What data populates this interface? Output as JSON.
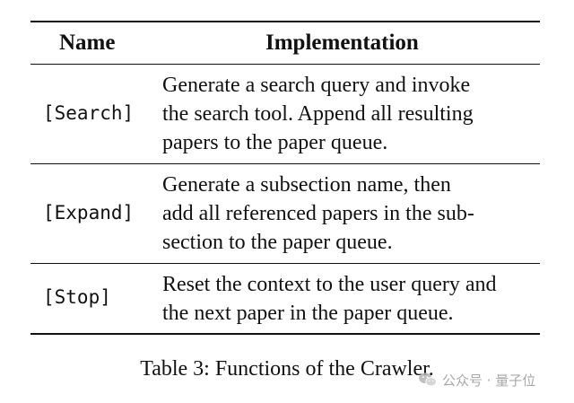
{
  "table": {
    "headers": {
      "name": "Name",
      "implementation": "Implementation"
    },
    "rows": [
      {
        "name": "[Search]",
        "lines": [
          "Generate a search query and invoke",
          "the search tool. Append all resulting",
          "papers to the paper queue."
        ]
      },
      {
        "name": "[Expand]",
        "lines": [
          "Generate a subsection name, then",
          "add all referenced papers in the sub-",
          "section to the paper queue."
        ]
      },
      {
        "name": "[Stop]",
        "lines": [
          "Reset the context to the user query and",
          "the next paper in the paper queue."
        ]
      }
    ]
  },
  "caption": "Table 3: Functions of the Crawler.",
  "watermark": {
    "text": "公众号 · 量子位",
    "icon": "wechat-logo"
  }
}
